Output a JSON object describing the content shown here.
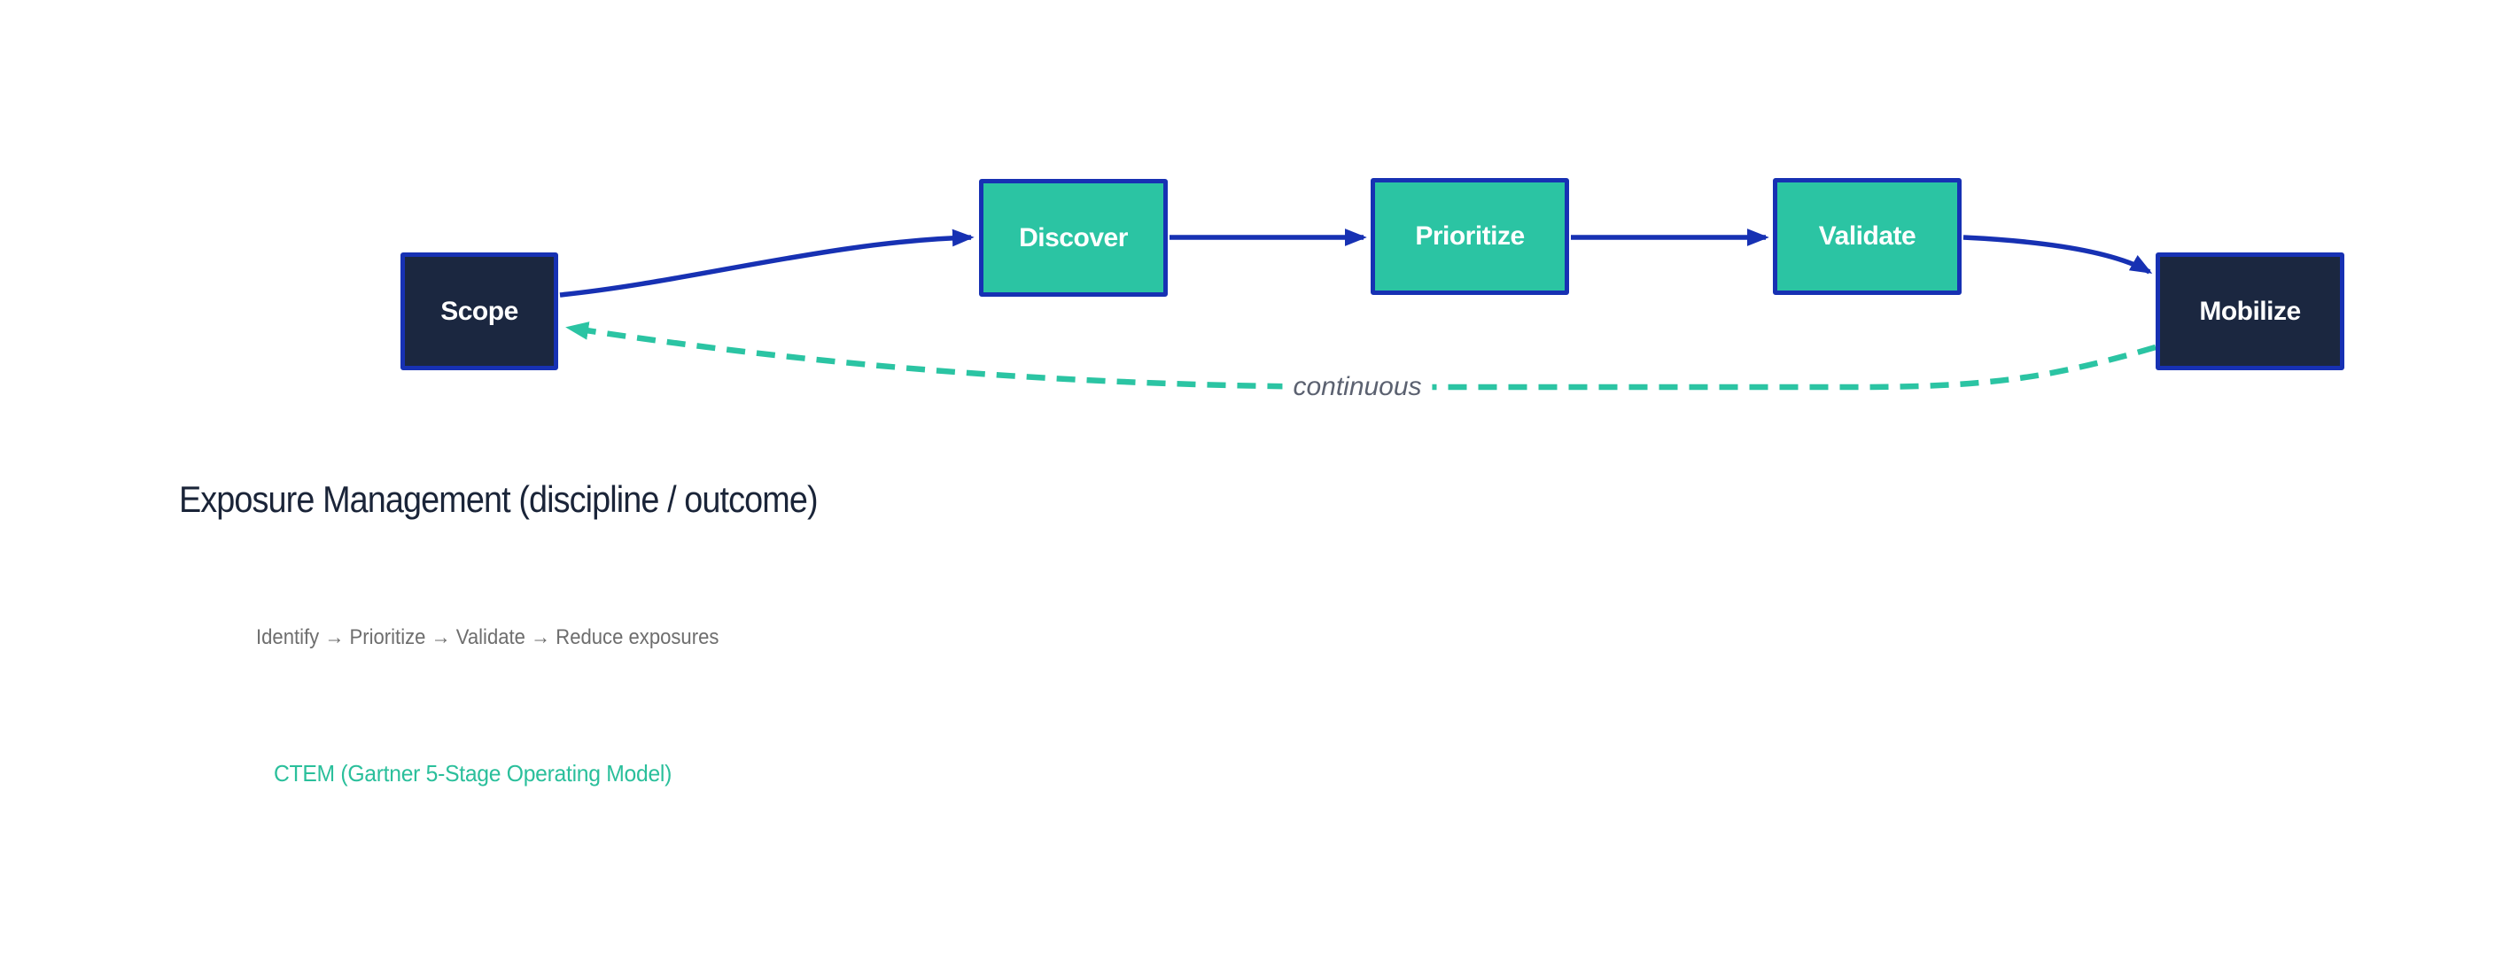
{
  "colors": {
    "background": "#ffffff",
    "blue": "#1731b3",
    "teal": "#2bc4a3",
    "navy": "#1b2740",
    "box_label_text": "#ffffff",
    "title_text": "#1a2438",
    "subtitle_text": "#6e6e6e",
    "loop_label_text": "#5b6170",
    "model_text": "#2abf9b"
  },
  "diagram": {
    "stages": [
      {
        "label": "Scope",
        "variant": "dark"
      },
      {
        "label": "Discover",
        "variant": "teal"
      },
      {
        "label": "Prioritize",
        "variant": "teal"
      },
      {
        "label": "Validate",
        "variant": "teal"
      },
      {
        "label": "Mobilize",
        "variant": "dark"
      }
    ],
    "loop_label": "continuous",
    "flow": [
      "Scope",
      "Discover",
      "Prioritize",
      "Validate",
      "Mobilize"
    ]
  },
  "captions": {
    "title": "Exposure Management (discipline / outcome)",
    "flow_summary": "Identify → Prioritize → Validate → Reduce exposures",
    "model": "CTEM (Gartner 5-Stage Operating Model)"
  }
}
